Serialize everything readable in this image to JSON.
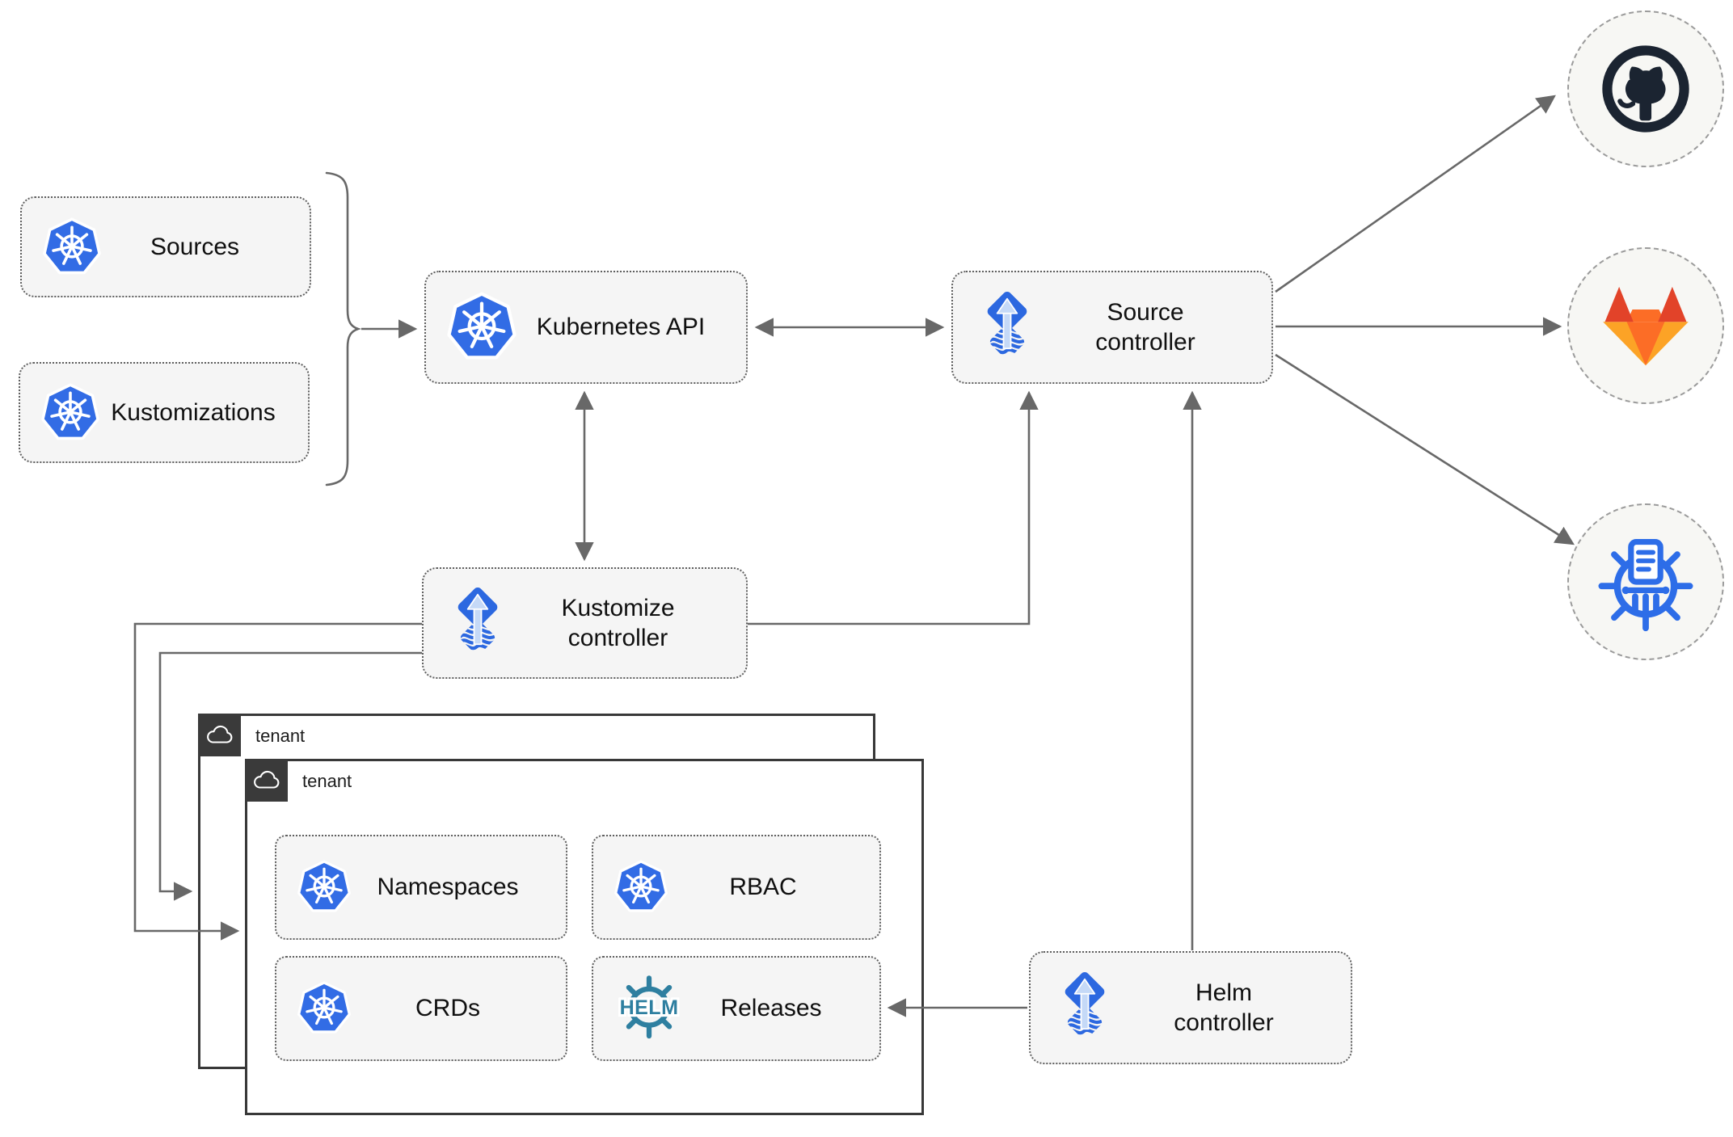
{
  "diagram": {
    "nodes": {
      "sources": {
        "label": "Sources",
        "icon": "kubernetes"
      },
      "kustomizations": {
        "label": "Kustomizations",
        "icon": "kubernetes"
      },
      "kubernetes_api": {
        "label": "Kubernetes API",
        "icon": "kubernetes"
      },
      "source_controller": {
        "label": "Source\ncontroller",
        "icon": "flux"
      },
      "kustomize_controller": {
        "label": "Kustomize\ncontroller",
        "icon": "flux"
      },
      "helm_controller": {
        "label": "Helm\ncontroller",
        "icon": "flux"
      },
      "namespaces": {
        "label": "Namespaces",
        "icon": "kubernetes"
      },
      "rbac": {
        "label": "RBAC",
        "icon": "kubernetes"
      },
      "crds": {
        "label": "CRDs",
        "icon": "kubernetes"
      },
      "releases": {
        "label": "Releases",
        "icon": "helm-wheel",
        "icon_text": "HELM"
      }
    },
    "tenants": {
      "back": {
        "label": "tenant",
        "icon": "cloud"
      },
      "front": {
        "label": "tenant",
        "icon": "cloud"
      }
    },
    "endpoints": {
      "github": {
        "icon": "github"
      },
      "gitlab": {
        "icon": "gitlab"
      },
      "chartmuseum": {
        "icon": "chartmuseum"
      }
    },
    "colors": {
      "kubernetes_blue": "#326ce5",
      "flux_blue": "#2c68e0",
      "flux_arrow_light": "#c5d9f7",
      "helm_teal": "#2e7fa0",
      "chartmuseum_blue": "#2d6de8",
      "github_dark": "#1b2431",
      "gitlab_dark_orange": "#e24329",
      "gitlab_orange": "#fc6d26",
      "gitlab_light_orange": "#fca326",
      "node_fill": "#f5f5f5",
      "node_border": "#5f5f5f",
      "tenant_border": "#383838",
      "connector_gray": "#686868"
    }
  }
}
